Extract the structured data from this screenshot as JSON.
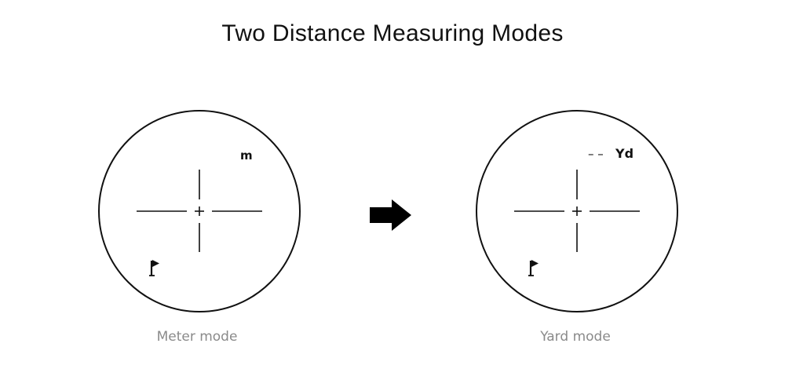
{
  "title": "Two Distance Measuring Modes",
  "modes": [
    {
      "unit_label": "m",
      "dash_label": "",
      "caption": "Meter mode",
      "flag_icon": "flag-icon"
    },
    {
      "unit_label": "Yd",
      "dash_label": "– –",
      "caption": "Yard mode",
      "flag_icon": "flag-icon"
    }
  ],
  "arrow_icon": "right-arrow-icon",
  "colors": {
    "line": "#111111",
    "caption": "#8a8a8a",
    "background": "#ffffff"
  }
}
